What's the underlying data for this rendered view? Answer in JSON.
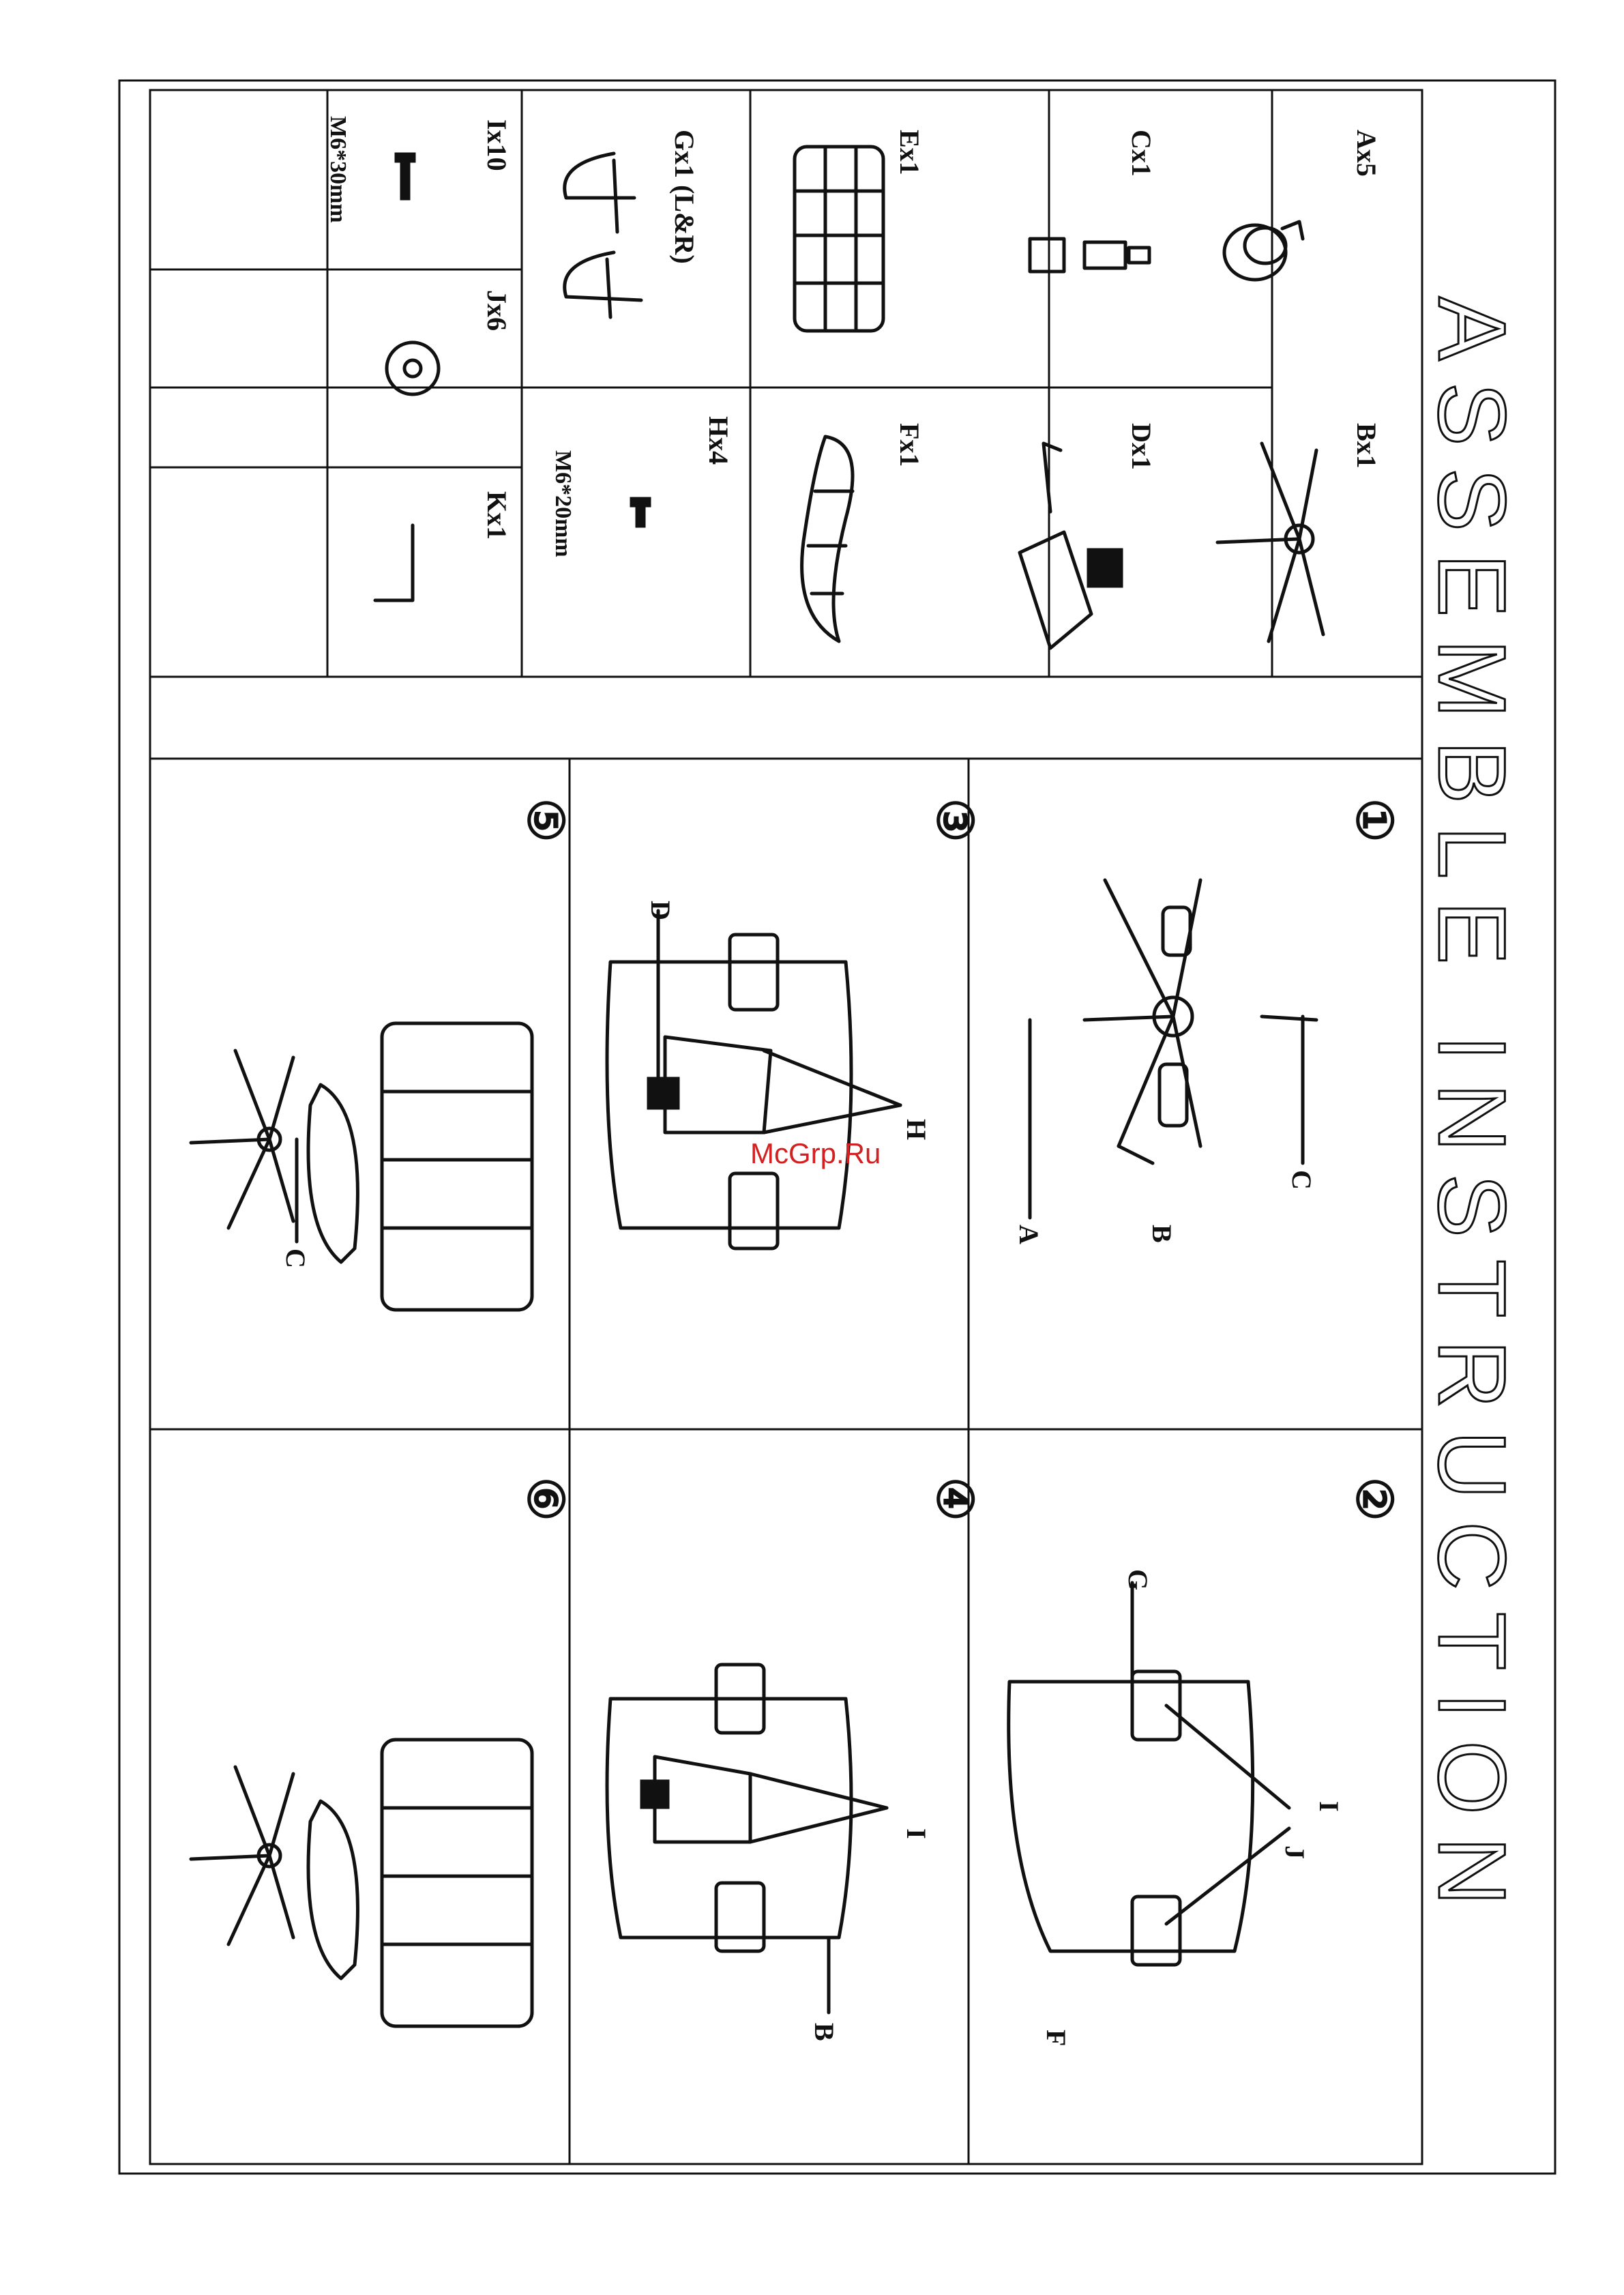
{
  "title": "ASSEMBLE INSTRUCTION",
  "watermark": "McGrp.Ru",
  "parts": [
    {
      "id": "A",
      "label": "Ax5",
      "icon": "caster-wheel-icon"
    },
    {
      "id": "B",
      "label": "Bx1",
      "icon": "star-base-icon"
    },
    {
      "id": "C",
      "label": "Cx1",
      "icon": "gas-lift-icon"
    },
    {
      "id": "D",
      "label": "Dx1",
      "icon": "tilt-mechanism-icon"
    },
    {
      "id": "E",
      "label": "Ex1",
      "icon": "backrest-cushion-icon"
    },
    {
      "id": "F",
      "label": "Fx1",
      "icon": "seat-cushion-icon"
    },
    {
      "id": "G",
      "label": "Gx1 (L&R)",
      "icon": "armrest-pair-icon"
    },
    {
      "id": "H",
      "label": "Hx4",
      "spec": "M6*20mm",
      "icon": "short-bolt-icon"
    },
    {
      "id": "I",
      "label": "Ix10",
      "spec": "M6*30mm",
      "icon": "long-bolt-icon"
    },
    {
      "id": "J",
      "label": "Jx6",
      "icon": "washer-icon"
    },
    {
      "id": "K",
      "label": "Kx1",
      "icon": "allen-key-icon"
    }
  ],
  "steps": [
    {
      "number": "①",
      "callouts": [
        "A",
        "B",
        "C"
      ]
    },
    {
      "number": "②",
      "callouts": [
        "G",
        "I",
        "J",
        "F"
      ]
    },
    {
      "number": "③",
      "callouts": [
        "D",
        "H"
      ]
    },
    {
      "number": "④",
      "callouts": [
        "I",
        "B"
      ]
    },
    {
      "number": "⑤",
      "callouts": [
        "C"
      ]
    },
    {
      "number": "⑥",
      "callouts": []
    }
  ]
}
